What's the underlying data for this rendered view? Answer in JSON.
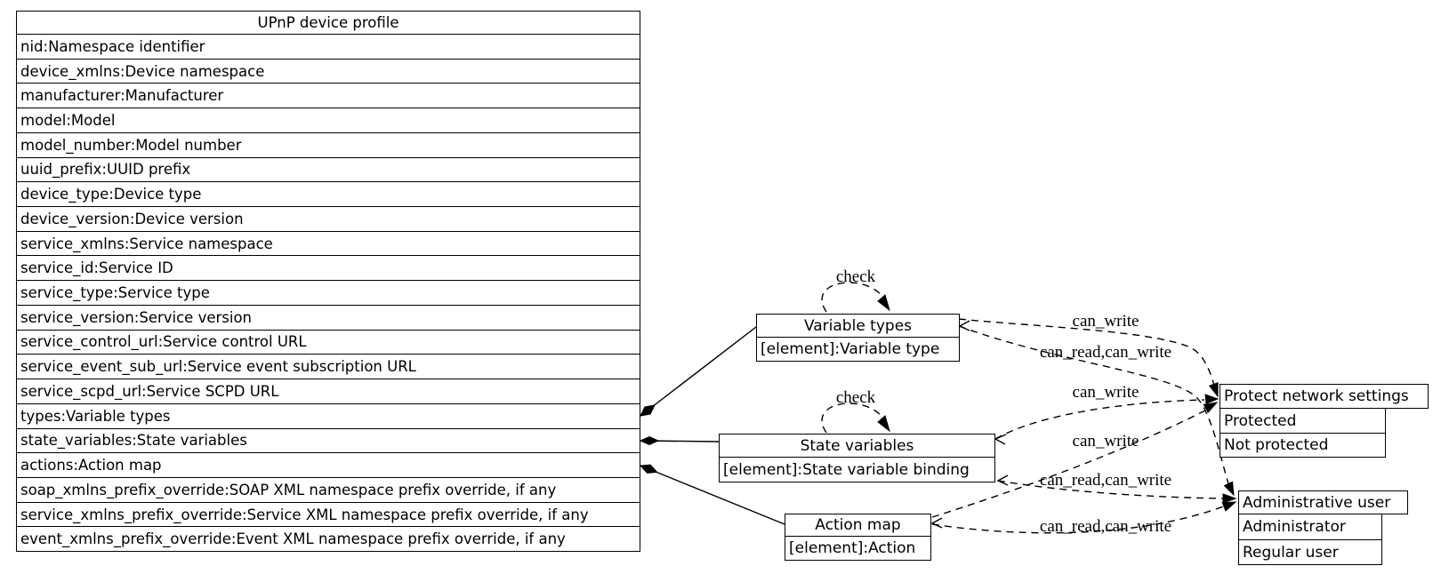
{
  "diagram": {
    "background": "#ffffff",
    "line_color": "#000000",
    "profile_table": {
      "title": "UPnP device profile",
      "rows": [
        "nid:Namespace identifier",
        "device_xmlns:Device namespace",
        "manufacturer:Manufacturer",
        "model:Model",
        "model_number:Model number",
        "uuid_prefix:UUID prefix",
        "device_type:Device type",
        "device_version:Device version",
        "service_xmlns:Service namespace",
        "service_id:Service ID",
        "service_type:Service type",
        "service_version:Service version",
        "service_control_url:Service control URL",
        "service_event_sub_url:Service event subscription URL",
        "service_scpd_url:Service SCPD URL",
        "types:Variable types",
        "state_variables:State variables",
        "actions:Action map",
        "soap_xmlns_prefix_override:SOAP XML namespace prefix override, if any",
        "service_xmlns_prefix_override:Service XML namespace prefix override, if any",
        "event_xmlns_prefix_override:Event XML namespace prefix override, if any"
      ]
    },
    "nodes": {
      "variable_types": {
        "title": "Variable types",
        "rows": [
          "[element]:Variable type"
        ]
      },
      "state_variables": {
        "title": "State variables",
        "rows": [
          "[element]:State variable binding"
        ]
      },
      "action_map": {
        "title": "Action map",
        "rows": [
          "[element]:Action"
        ]
      },
      "protect_network_settings": {
        "title": "Protect network settings",
        "rows": [
          "Protected",
          "Not protected"
        ]
      },
      "administrative_user": {
        "title": "Administrative user",
        "rows": [
          "Administrator",
          "Regular user"
        ]
      }
    },
    "edges": [
      {
        "from": "Variable types",
        "to": "Variable types",
        "label": "check",
        "style": "dashed"
      },
      {
        "from": "State variables",
        "to": "State variables",
        "label": "check",
        "style": "dashed"
      },
      {
        "from": "Variable types",
        "to": "Protect network settings",
        "label": "can_write",
        "style": "dashed"
      },
      {
        "from": "Variable types",
        "to": "Administrative user",
        "label": "can_read,can_write",
        "style": "dashed"
      },
      {
        "from": "State variables",
        "to": "Protect network settings",
        "label": "can_write",
        "style": "dashed"
      },
      {
        "from": "Action map",
        "to": "Protect network settings",
        "label": "can_write",
        "style": "dashed"
      },
      {
        "from": "State variables",
        "to": "Administrative user",
        "label": "can_read,can_write",
        "style": "dashed"
      },
      {
        "from": "Action map",
        "to": "Administrative user",
        "label": "can_read,can_write",
        "style": "dashed"
      }
    ],
    "containment_edges": [
      {
        "from_row": "types:Variable types",
        "to": "Variable types",
        "style": "solid-diamond"
      },
      {
        "from_row": "state_variables:State variables",
        "to": "State variables",
        "style": "solid-diamond"
      },
      {
        "from_row": "actions:Action map",
        "to": "Action map",
        "style": "solid-diamond"
      }
    ]
  }
}
